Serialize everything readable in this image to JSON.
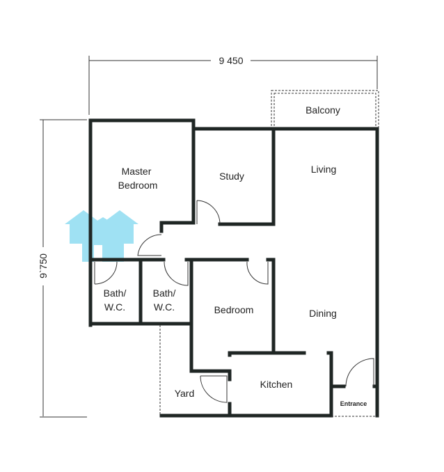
{
  "dimensions": {
    "width": "9 450",
    "height": "9`750"
  },
  "rooms": {
    "balcony": "Balcony",
    "master_bedroom": [
      "Master",
      "Bedroom"
    ],
    "study": "Study",
    "living": "Living",
    "bath1": [
      "Bath/",
      "W.C."
    ],
    "bath2": [
      "Bath/",
      "W.C."
    ],
    "bedroom": "Bedroom",
    "dining": "Dining",
    "kitchen": "Kitchen",
    "yard": "Yard",
    "entrance": "Entrance"
  },
  "colors": {
    "wall": "#1f2624",
    "watermark": "#8fdcf2"
  }
}
